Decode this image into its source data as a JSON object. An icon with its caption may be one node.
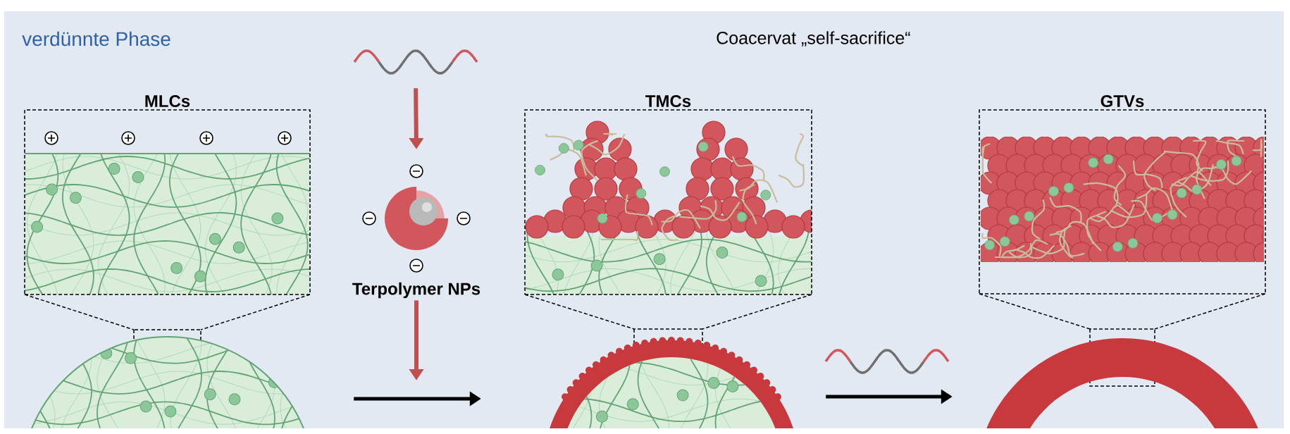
{
  "diagram": {
    "nodes": [
      {
        "text": [
          "MLCs"
        ]
      },
      {
        "text": [],
        "shape": "picture"
      },
      {
        "text": [
          "Terpolymer NPs"
        ]
      },
      {
        "text": [
          "TMCs"
        ]
      },
      {
        "text": [
          "GTVs"
        ]
      },
      {
        "text": [],
        "shape": "picture"
      },
      {
        "text": [],
        "shape": "picture"
      },
      {
        "text": [],
        "shape": "circle"
      }
    ],
    "edges": [
      {
        "from": 1,
        "to": 2,
        "arrow": "to",
        "color": "#c0504d"
      },
      {
        "from": 2,
        "to": null,
        "arrow": "to",
        "color": "#c0504d"
      },
      {
        "from": 5,
        "to": 6,
        "arrow": "to",
        "color": "#000000"
      },
      {
        "from": 6,
        "to": 7,
        "arrow": "to",
        "color": "#000000"
      }
    ],
    "labels": [
      "verdünnte Phase",
      "Coacervat „self-sacrifice“"
    ]
  }
}
